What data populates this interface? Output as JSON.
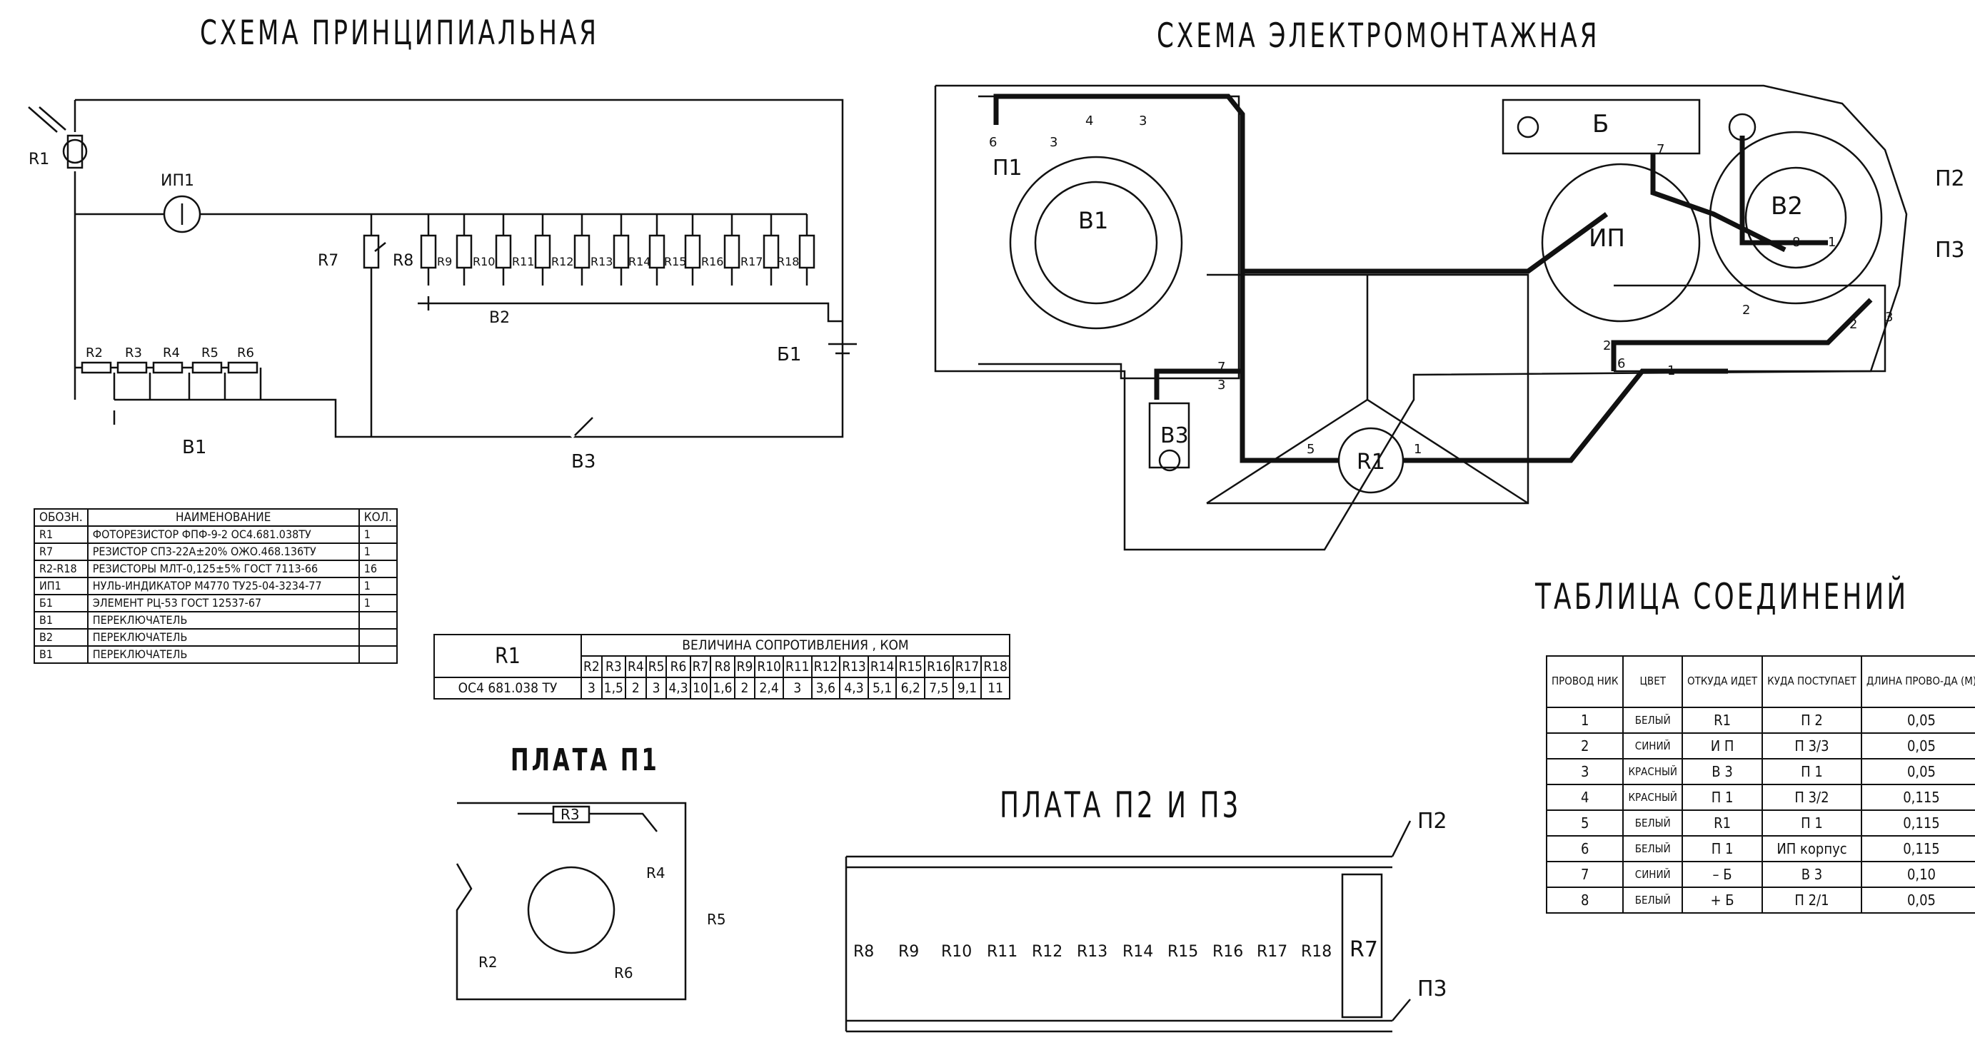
{
  "titles": {
    "principal": "СХЕМА ПРИНЦИПИАЛЬНАЯ",
    "wiring": "СХЕМА ЭЛЕКТРОМОНТАЖНАЯ",
    "connections": "ТАБЛИЦА СОЕДИНЕНИЙ",
    "board_p1": "ПЛАТА П1",
    "board_p2p3": "ПЛАТА П2 И П3"
  },
  "principal_labels": {
    "r1": "R1",
    "ip1": "ИП1",
    "r7": "R7",
    "r8": "R8",
    "b1": "В1",
    "b2": "В2",
    "b3": "В3",
    "bat": "Б1",
    "bottom_chain": [
      "R2",
      "R3",
      "R4",
      "R5",
      "R6"
    ],
    "top_chain": [
      "R9",
      "R10",
      "R11",
      "R12",
      "R13",
      "R14",
      "R15",
      "R16",
      "R17",
      "R18"
    ]
  },
  "wiring_labels": {
    "p1": "П1",
    "b1": "В1",
    "b": "Б",
    "ip": "ИП",
    "b2": "В2",
    "p2": "П2",
    "p3": "П3",
    "b3": "В3",
    "r1": "R1",
    "wire_numbers": [
      "6",
      "3",
      "4",
      "3",
      "7",
      "8",
      "1",
      "2",
      "2",
      "6",
      "1",
      "7",
      "3",
      "5",
      "1",
      "2",
      "3"
    ]
  },
  "spec_table": {
    "headers": [
      "ОБОЗН.",
      "НАИМЕНОВАНИЕ",
      "КОЛ."
    ],
    "rows": [
      [
        "R1",
        "ФОТОРЕЗИСТОР ФПФ-9-2  ОС4.681.038ТУ",
        "1"
      ],
      [
        "R7",
        "РЕЗИСТОР СП3-22А±20%  ОЖО.468.136ТУ",
        "1"
      ],
      [
        "R2-R18",
        "РЕЗИСТОРЫ  МЛТ-0,125±5%  ГОСТ 7113-66",
        "16"
      ],
      [
        "ИП1",
        "НУЛЬ-ИНДИКАТОР М4770  ТУ25-04-3234-77",
        "1"
      ],
      [
        "Б1",
        "ЭЛЕМЕНТ  РЦ-53  ГОСТ 12537-67",
        "1"
      ],
      [
        "В1",
        "ПЕРЕКЛЮЧАТЕЛЬ",
        ""
      ],
      [
        "В2",
        "ПЕРЕКЛЮЧАТЕЛЬ",
        ""
      ],
      [
        "В1",
        "ПЕРЕКЛЮЧАТЕЛЬ",
        ""
      ]
    ]
  },
  "resistance_table": {
    "name": "R1",
    "doc": "ОС4 681.038 ТУ",
    "header": "ВЕЛИЧИНА  СОПРОТИВЛЕНИЯ , КОМ",
    "columns": [
      "R2",
      "R3",
      "R4",
      "R5",
      "R6",
      "R7",
      "R8",
      "R9",
      "R10",
      "R11",
      "R12",
      "R13",
      "R14",
      "R15",
      "R16",
      "R17",
      "R18"
    ],
    "values": [
      "3",
      "1,5",
      "2",
      "3",
      "4,3",
      "10",
      "1,6",
      "2",
      "2,4",
      "3",
      "3,6",
      "4,3",
      "5,1",
      "6,2",
      "7,5",
      "9,1",
      "11"
    ]
  },
  "connection_table": {
    "headers": [
      "ПРОВОД НИК",
      "ЦВЕТ",
      "ОТКУДА ИДЕТ",
      "КУДА ПОСТУПАЕТ",
      "ДЛИНА ПРОВО-ДА (М)"
    ],
    "rows": [
      [
        "1",
        "БЕЛЫЙ",
        "R1",
        "П 2",
        "0,05"
      ],
      [
        "2",
        "СИНИЙ",
        "И П",
        "П 3/3",
        "0,05"
      ],
      [
        "3",
        "КРАСНЫЙ",
        "В 3",
        "П 1",
        "0,05"
      ],
      [
        "4",
        "КРАСНЫЙ",
        "П 1",
        "П 3/2",
        "0,115"
      ],
      [
        "5",
        "БЕЛЫЙ",
        "R1",
        "П 1",
        "0,115"
      ],
      [
        "6",
        "БЕЛЫЙ",
        "П 1",
        "ИП корпус",
        "0,115"
      ],
      [
        "7",
        "СИНИЙ",
        "– Б",
        "В 3",
        "0,10"
      ],
      [
        "8",
        "БЕЛЫЙ",
        "+ Б",
        "П 2/1",
        "0,05"
      ]
    ]
  },
  "board_p1_labels": [
    "R3",
    "R4",
    "R5",
    "R6",
    "R2"
  ],
  "board_p2p3_labels": {
    "resistors": [
      "R8",
      "R9",
      "R10",
      "R11",
      "R12",
      "R13",
      "R14",
      "R15",
      "R16",
      "R17",
      "R18"
    ],
    "r7": "R7",
    "p2": "П2",
    "p3": "П3"
  }
}
